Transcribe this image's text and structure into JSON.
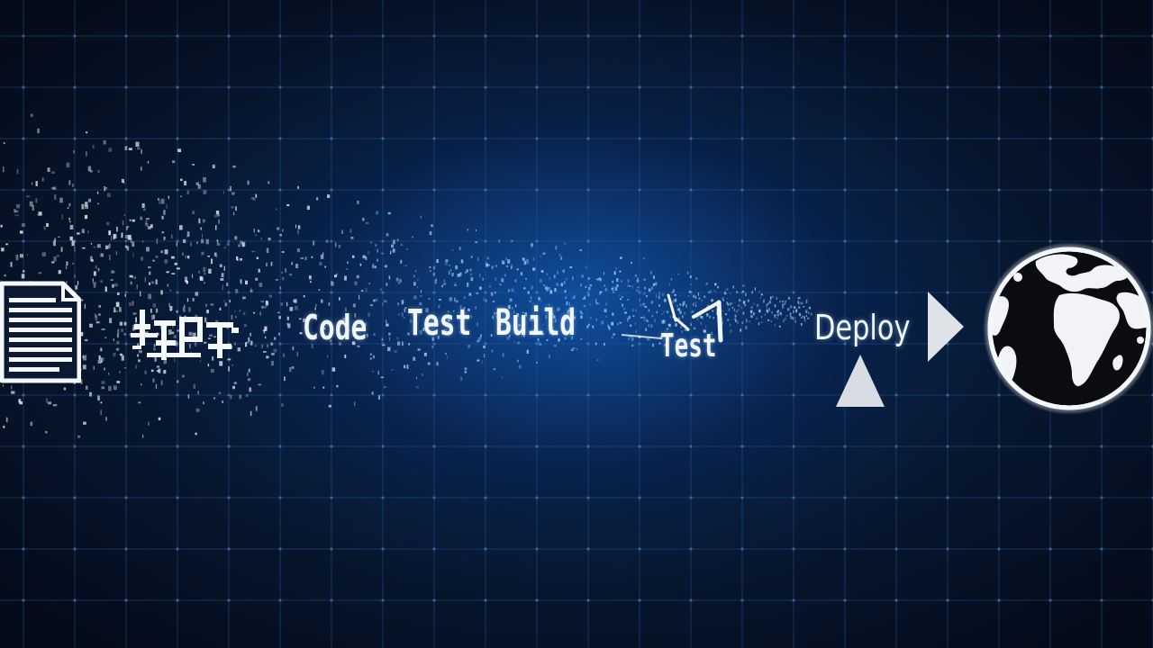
{
  "pipeline": {
    "steps": [
      {
        "label": "Code"
      },
      {
        "label": "Test"
      },
      {
        "label": "Build"
      },
      {
        "label": "Test"
      },
      {
        "label": "Deploy"
      }
    ]
  },
  "icons": {
    "source": "document-icon",
    "scrambled": "scrambled-text-glyph",
    "test_check": "test-checkmark-icon",
    "next": "play-arrow-icon",
    "up": "triangle-up-icon",
    "target": "globe-icon"
  },
  "colors": {
    "background": "#050c1a",
    "glow": "#1f7ae0",
    "text": "#f2f6fb",
    "grid": "#2a5a9a"
  }
}
